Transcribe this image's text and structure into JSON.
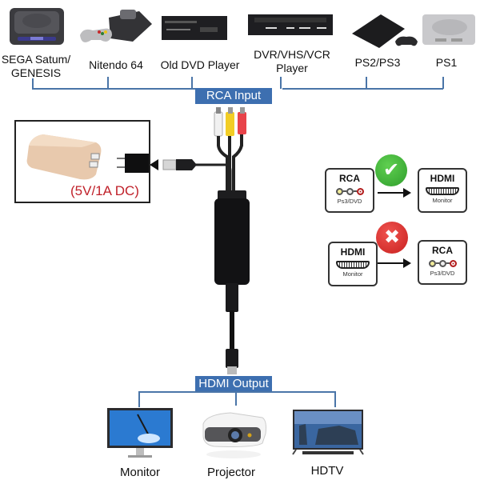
{
  "input_section": {
    "tag": "RCA Input",
    "devices": [
      {
        "icon": "sega-saturn-console-icon",
        "label": "SEGA Satum/\nGENESIS"
      },
      {
        "icon": "nintendo-64-console-icon",
        "label": "Nitendo 64"
      },
      {
        "icon": "dvd-player-icon",
        "label": "Old DVD Player"
      },
      {
        "icon": "vcr-player-icon",
        "label": "DVR/VHS/VCR\nPlayer"
      },
      {
        "icon": "ps3-console-icon",
        "label": "PS2/PS3"
      },
      {
        "icon": "ps1-console-icon",
        "label": "PS1"
      }
    ]
  },
  "power_box": {
    "label": "(5V/1A DC)",
    "label_color": "#c0212a"
  },
  "compatibility": {
    "supported": {
      "status": "check",
      "status_color": "#3dae3a",
      "from": {
        "title": "RCA",
        "subtitle": "Ps3/DVD"
      },
      "to": {
        "title": "HDMI",
        "subtitle": "Monitor"
      }
    },
    "unsupported": {
      "status": "cross",
      "status_color": "#d9302f",
      "from": {
        "title": "HDMI",
        "subtitle": "Monitor"
      },
      "to": {
        "title": "RCA",
        "subtitle": "Ps3/DVD"
      }
    }
  },
  "output_section": {
    "tag": "HDMI Output",
    "devices": [
      {
        "icon": "monitor-icon",
        "label": "Monitor"
      },
      {
        "icon": "projector-icon",
        "label": "Projector"
      },
      {
        "icon": "hdtv-icon",
        "label": "HDTV"
      }
    ]
  },
  "colors": {
    "tag_background": "#3d6fb0",
    "bracket_line": "#4a75a8"
  }
}
